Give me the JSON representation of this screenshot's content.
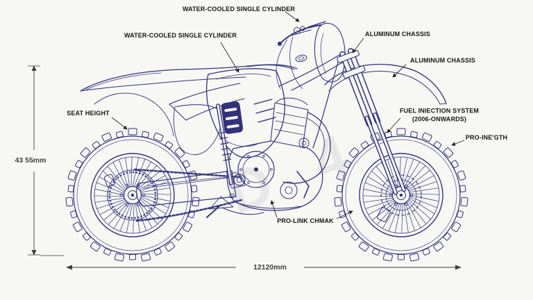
{
  "canvas": {
    "background": "#f7f7f4",
    "line_color": "#32327a",
    "label_color": "#161616",
    "dim_color": "#3f3f3f",
    "leader_color": "#242424"
  },
  "labels": {
    "water_cooled_top": "WATER-COOLED SINGLE CYLINDER",
    "water_cooled_left": "WATER-COOLED SINGLE CYLINDER",
    "aluminum_chassis_upper": "ALUMINUM CHASSIS",
    "aluminum_chassis_lower": "ALUMINUM CHASSIS",
    "fuel_injection_line1": "FUEL INIECTION SYSTEM",
    "fuel_injection_line2": "(2006-ONWARDS)",
    "pro_length": "PRO-INE'GTH",
    "seat_height": "SEAT HEIGHT",
    "pro_link": "PRO-LINK CHMAK"
  },
  "dimensions": {
    "seat_height_value": "43 55mm",
    "wheelbase_value": "12120mm"
  },
  "watermark": "D 4"
}
